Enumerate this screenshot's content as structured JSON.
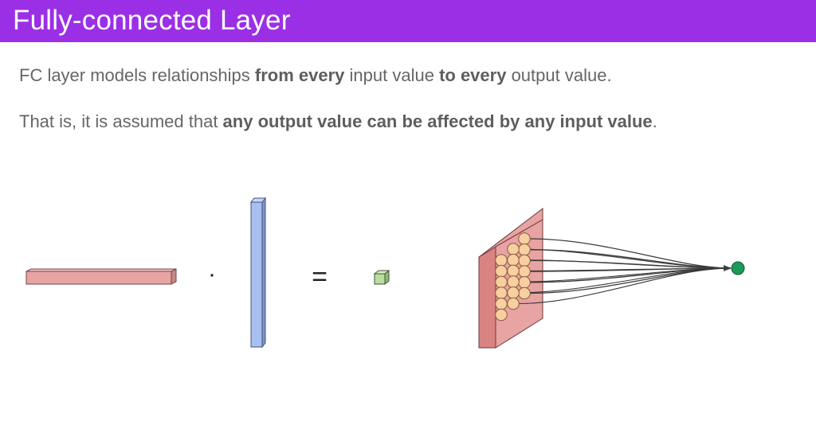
{
  "slide": {
    "title": "Fully-connected Layer",
    "line1": {
      "t1": "FC layer models relationships ",
      "b1": "from every",
      "t2": " input value ",
      "b2": "to every",
      "t3": " output value."
    },
    "line2": {
      "t1": "That is, it is assumed that ",
      "b1": "any output value can be affected by any input value",
      "t2": "."
    }
  },
  "diagram": {
    "equation": {
      "dot_symbol": "·",
      "equals_symbol": "="
    },
    "colors": {
      "title_bar": "#9b2fe6",
      "input_vector": "#e8a3a3",
      "weight_vector": "#a8c0f0",
      "output_scalar": "#b9dca0",
      "neurons": "#f7cfa0",
      "output_node": "#1a9a5a"
    },
    "network": {
      "input_neuron_columns": 3,
      "input_neuron_rows": 6,
      "output_nodes": 1
    }
  }
}
